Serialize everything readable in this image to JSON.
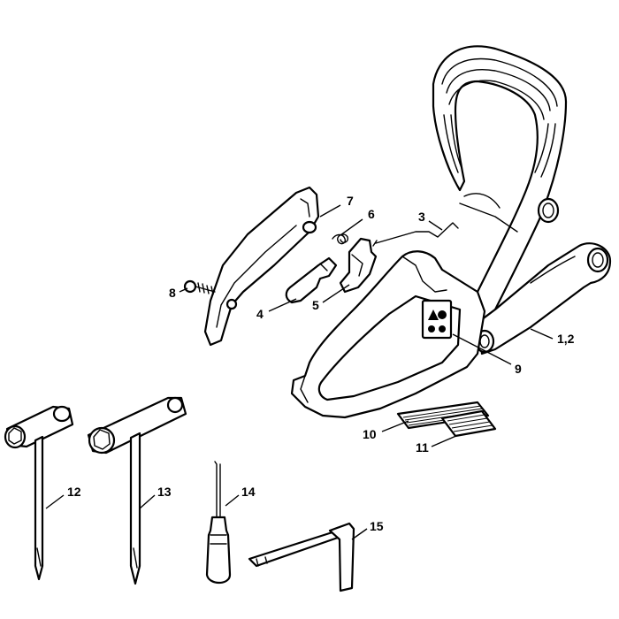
{
  "callouts": {
    "c1": "1,2",
    "c3": "3",
    "c4": "4",
    "c5": "5",
    "c6": "6",
    "c7": "7",
    "c8": "8",
    "c9": "9",
    "c10": "10",
    "c11": "11",
    "c12": "12",
    "c13": "13",
    "c14": "14",
    "c15": "15"
  },
  "colors": {
    "line": "#000000",
    "background": "#ffffff"
  }
}
